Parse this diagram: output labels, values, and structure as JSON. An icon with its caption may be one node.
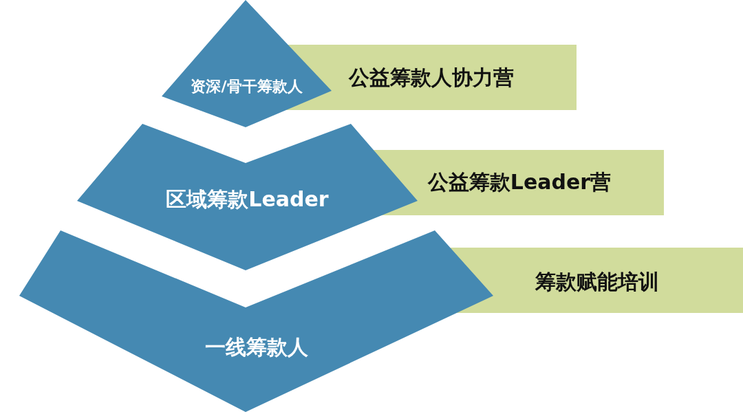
{
  "diagram": {
    "nodes": [
      {
        "text": [
          "资深/骨干筹款人"
        ]
      },
      {
        "text": [
          "公益筹款人协力营"
        ]
      },
      {
        "text": [
          "区域筹款Leader"
        ]
      },
      {
        "text": [
          "公益筹款Leader营"
        ]
      },
      {
        "text": [
          "一线筹款人"
        ]
      },
      {
        "text": [
          "筹款赋能培训"
        ]
      }
    ]
  }
}
